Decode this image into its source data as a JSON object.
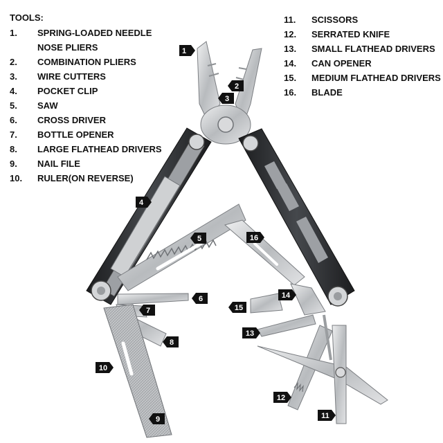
{
  "legend": {
    "title": "TOOLS:",
    "left": [
      {
        "num": "1.",
        "text": "SPRING-LOADED NEEDLE",
        "cont": "NOSE PLIERS"
      },
      {
        "num": "2.",
        "text": "COMBINATION PLIERS"
      },
      {
        "num": "3.",
        "text": "WIRE CUTTERS"
      },
      {
        "num": "4.",
        "text": "POCKET CLIP"
      },
      {
        "num": "5.",
        "text": "SAW"
      },
      {
        "num": "6.",
        "text": "CROSS DRIVER"
      },
      {
        "num": "7.",
        "text": "BOTTLE OPENER"
      },
      {
        "num": "8.",
        "text": "LARGE FLATHEAD DRIVERS"
      },
      {
        "num": "9.",
        "text": "NAIL FILE"
      },
      {
        "num": "10.",
        "text": "RULER(ON REVERSE)"
      }
    ],
    "right": [
      {
        "num": "11.",
        "text": "SCISSORS"
      },
      {
        "num": "12.",
        "text": "SERRATED KNIFE"
      },
      {
        "num": "13.",
        "text": "SMALL FLATHEAD DRIVERS"
      },
      {
        "num": "14.",
        "text": "CAN OPENER"
      },
      {
        "num": "15.",
        "text": "MEDIUM FLATHEAD DRIVERS"
      },
      {
        "num": "16.",
        "text": "BLADE"
      }
    ]
  },
  "callouts": [
    "1",
    "2",
    "3",
    "4",
    "5",
    "6",
    "7",
    "8",
    "9",
    "10",
    "11",
    "12",
    "13",
    "14",
    "15",
    "16"
  ],
  "colors": {
    "steel": "#c9cbcd",
    "steel_dark": "#8e9194",
    "handle": "#2b2d30",
    "tag": "#111111"
  }
}
